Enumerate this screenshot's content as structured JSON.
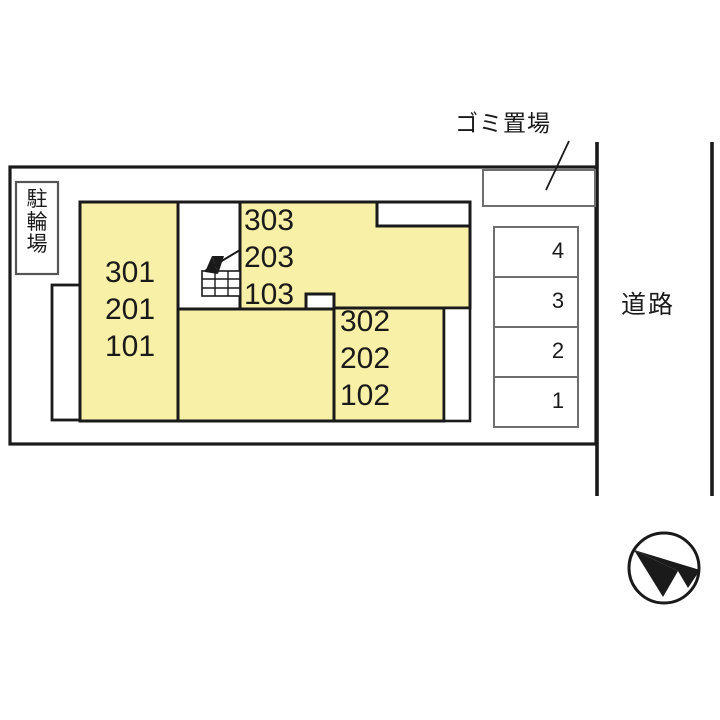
{
  "diagram": {
    "kind": "site-plan",
    "colors": {
      "unit_fill": "#f9f0a8",
      "outline": "#1a1a1a",
      "thin_outline": "#6e6e6e",
      "background": "#ffffff",
      "text": "#1a1a1a"
    }
  },
  "annotations": {
    "trash_area": "ゴミ置場",
    "bicycle_parking": "駐\n輪\n場",
    "bicycle_parking_chars": [
      "駐",
      "輪",
      "場"
    ],
    "road": "道路"
  },
  "building": {
    "wings": [
      {
        "id": "west-wing",
        "name": "west-wing",
        "units": [
          "301",
          "201",
          "101"
        ]
      },
      {
        "id": "northeast-wing",
        "name": "northeast-wing",
        "units": [
          "303",
          "203",
          "103"
        ]
      },
      {
        "id": "southeast-wing",
        "name": "southeast-wing",
        "units": [
          "302",
          "202",
          "102"
        ]
      }
    ],
    "stairs_icon": "stairs-up-icon"
  },
  "parking": {
    "stalls": [
      "4",
      "3",
      "2",
      "1"
    ]
  },
  "compass": {
    "icon": "north-arrow-icon"
  }
}
